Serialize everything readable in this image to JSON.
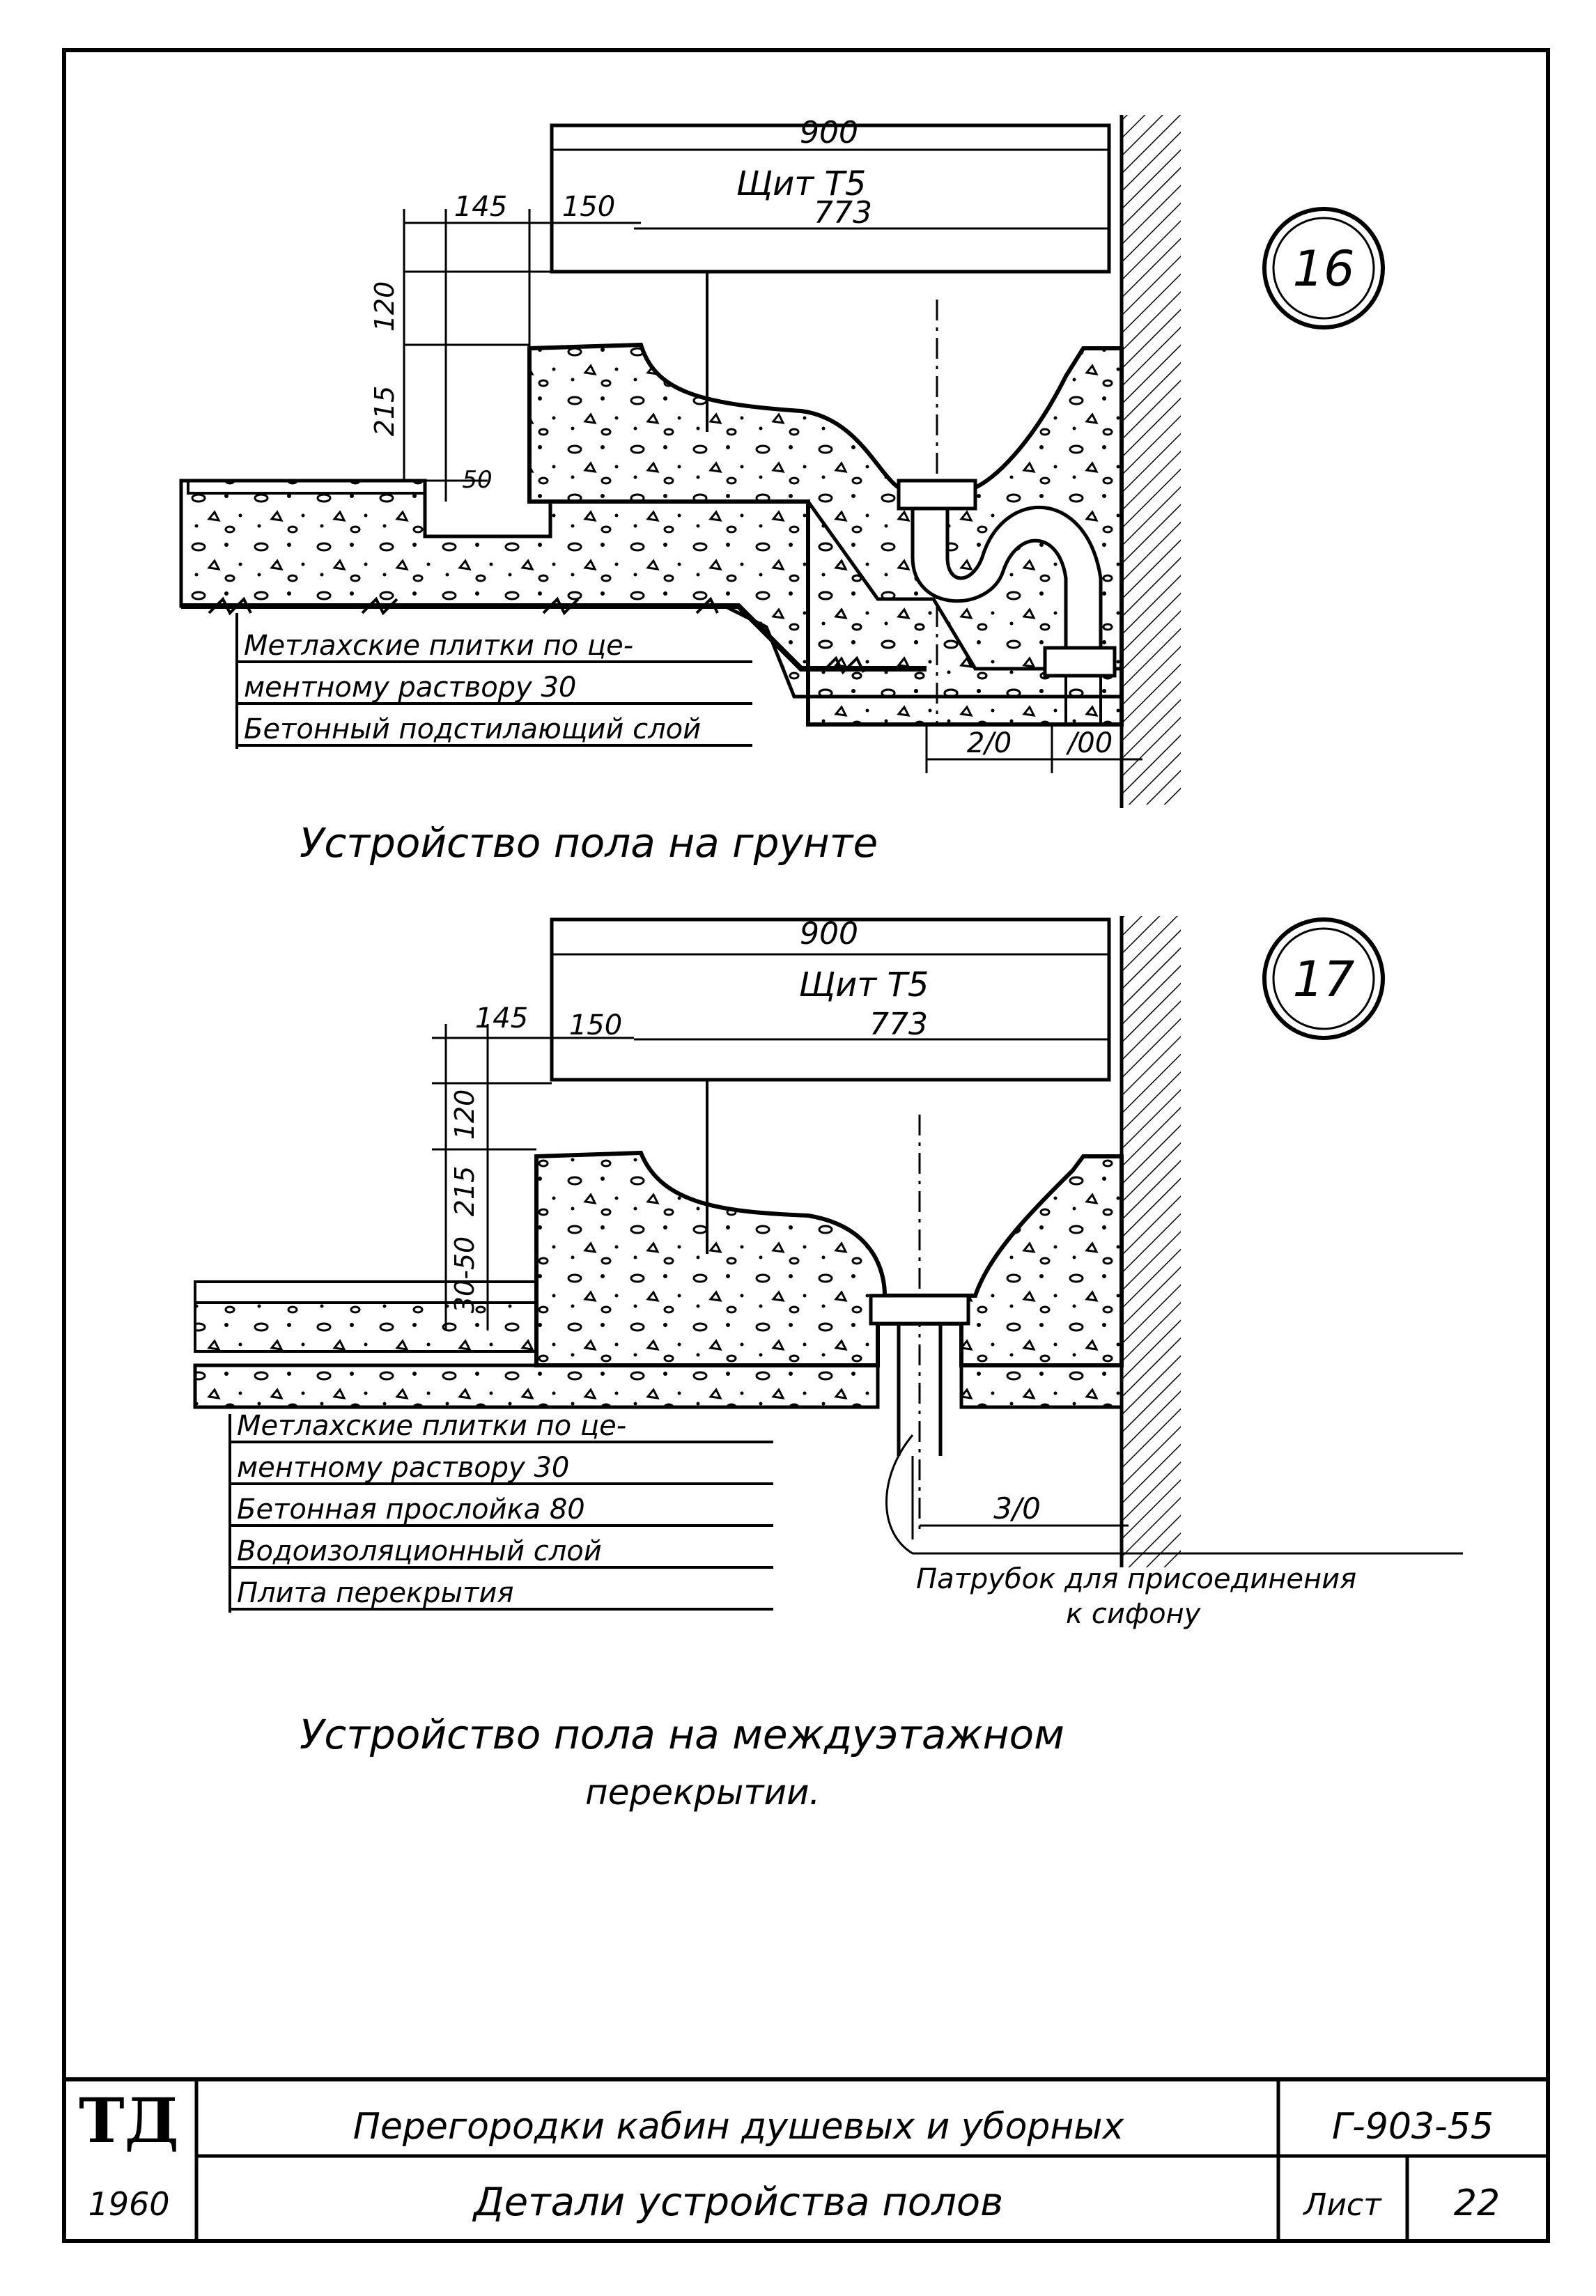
{
  "detail16": {
    "number": "16",
    "title": "Устройство пола на грунте",
    "dim_top": "900",
    "panel_label": "Щит Т5",
    "dim_inner": "773",
    "dim_145": "145",
    "dim_150": "150",
    "dim_120": "120",
    "dim_215": "215",
    "dim_50": "50",
    "dim_210": "2/0",
    "dim_100": "/00",
    "layers": [
      "Метлахские плитки по це-",
      "ментному раствору 30",
      "Бетонный подстилающий слой"
    ]
  },
  "detail17": {
    "number": "17",
    "title_line1": "Устройство пола на междуэтажном",
    "title_line2": "перекрытии.",
    "dim_top": "900",
    "panel_label": "Щит Т5",
    "dim_inner": "773",
    "dim_145": "145",
    "dim_150": "150",
    "dim_120": "120",
    "dim_215": "215",
    "dim_30_50": "30-50",
    "dim_310": "3/0",
    "layers": [
      "Метлахские плитки по це-",
      "ментному раствору 30",
      "Бетонная прослойка 80",
      "Водоизоляционный слой",
      "Плита перекрытия"
    ],
    "callout_line1": "Патрубок для присоединения",
    "callout_line2": "к сифону"
  },
  "title_block": {
    "org": "ТД",
    "year": "1960",
    "project": "Перегородки кабин душевых и уборных",
    "sheet_title": "Детали устройства полов",
    "code": "Г-903-55",
    "sheet_label": "Лист",
    "sheet_number": "22"
  }
}
